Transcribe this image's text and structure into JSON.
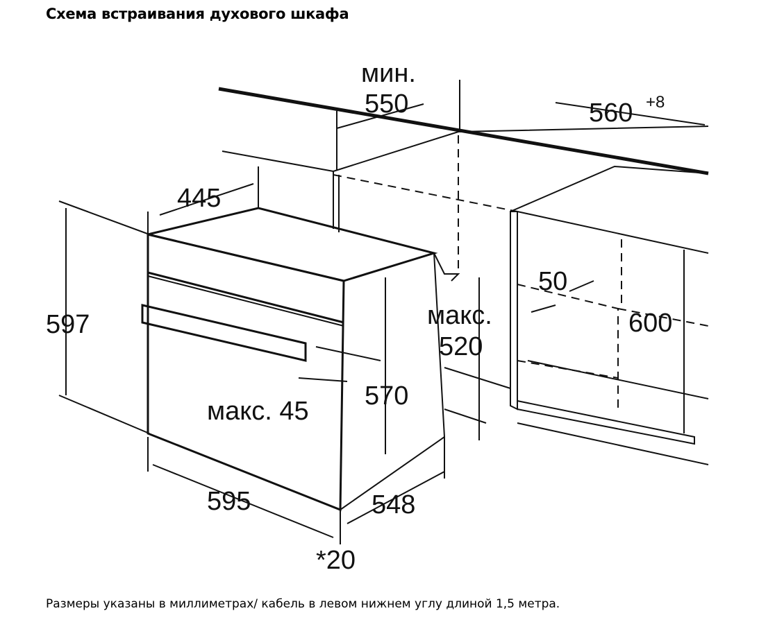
{
  "title": "Схема встраивания духового шкафа",
  "footer": "Размеры указаны в миллиметрах/ кабель в левом нижнем углу длиной 1,5 метра.",
  "dimensions": {
    "min_label": "мин.",
    "depth_min": "550",
    "width_niche": "560",
    "width_tolerance": "+8",
    "top_depth": "445",
    "height_oven": "597",
    "gap": "50",
    "max_label": "макс.",
    "depth_max": "520",
    "height_niche": "600",
    "handle_max": "макс. 45",
    "inner_height": "570",
    "width_oven": "595",
    "depth_oven": "548",
    "front_note": "*20"
  }
}
